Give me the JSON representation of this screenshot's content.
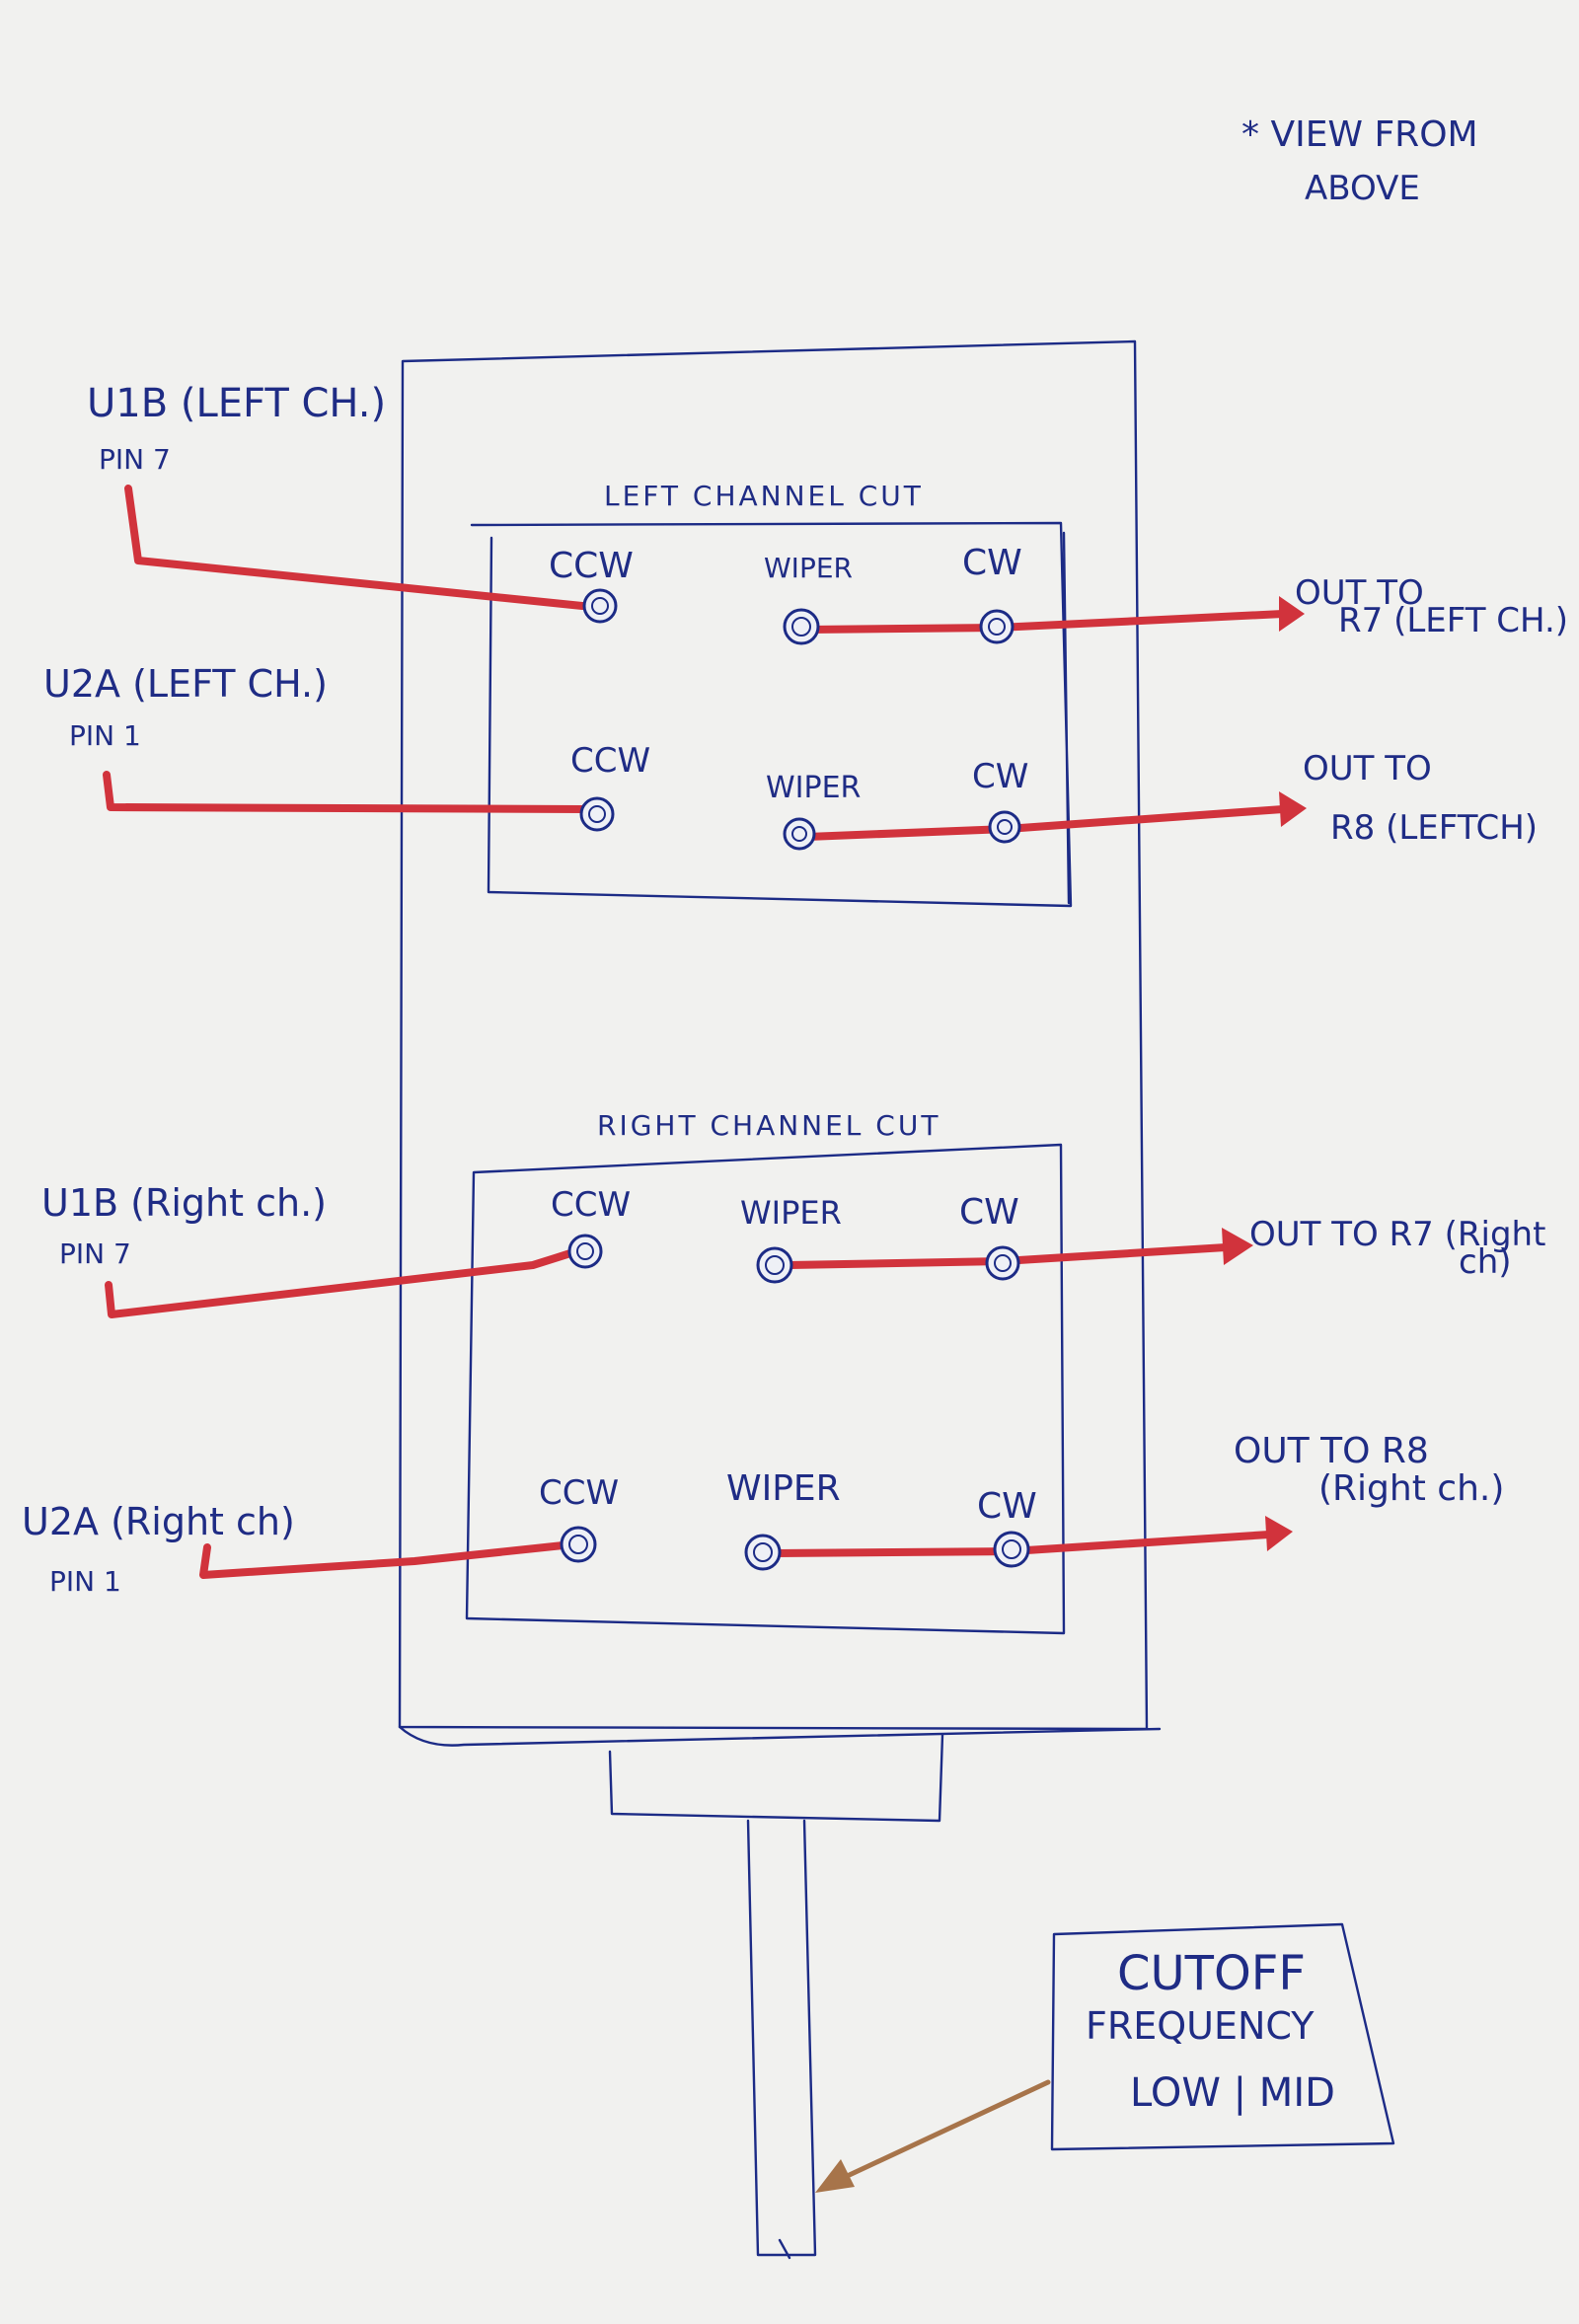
{
  "note": {
    "line1": "* VIEW FROM",
    "line2": "ABOVE"
  },
  "sections": {
    "left_channel": "LEFT CHANNEL CUT",
    "right_channel": "RIGHT CHANNEL CUT"
  },
  "terminals": {
    "ccw": "CCW",
    "wiper": "WIPER",
    "cw": "CW"
  },
  "inputs": {
    "u1b_left": {
      "name": "U1B (LEFT CH.)",
      "pin": "PIN 7"
    },
    "u2a_left": {
      "name": "U2A (LEFT CH.)",
      "pin": "PIN 1"
    },
    "u1b_right": {
      "name": "U1B (Right ch.)",
      "pin": "PIN 7"
    },
    "u2a_right": {
      "name": "U2A (Right ch)",
      "pin": "PIN 1"
    }
  },
  "outputs": {
    "r7_left": {
      "line1": "OUT TO",
      "line2": "R7 (LEFT CH.)"
    },
    "r8_left": {
      "line1": "OUT TO",
      "line2": "R8 (LEFTCH)"
    },
    "r7_right": {
      "line1": "OUT TO R7 (Right",
      "line2": "ch)"
    },
    "r8_right": {
      "line1": "OUT TO R8",
      "line2": "(Right ch.)"
    }
  },
  "callout": {
    "line1": "CUTOFF",
    "line2": "FREQUENCY",
    "line3": "LOW | MID"
  },
  "colors": {
    "ink": "#1c2b86",
    "wire": "#d1333c",
    "pointer": "#a7744a",
    "paper": "#f1f1ef"
  }
}
